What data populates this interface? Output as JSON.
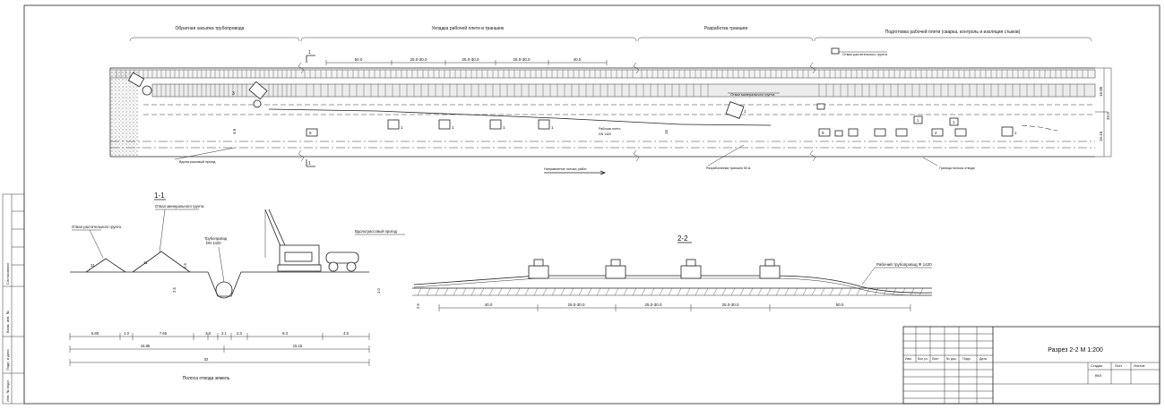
{
  "plan": {
    "zones": [
      {
        "label": "Обратная засыпка трубопровода"
      },
      {
        "label": "Укладка рабочей плети в траншею"
      },
      {
        "label": "Разработка траншеи"
      },
      {
        "label": "Подготовка рабочей плети (сварка, контроль и изоляция стыков)"
      }
    ],
    "section_mark_top": "1",
    "section_mark_bottom": "1",
    "dims_top": [
      "50.0",
      "25.0-30.0",
      "25.0-30.0",
      "25.0-30.0",
      "40.0"
    ],
    "callouts": {
      "mineral_soil": "Отвал минерального грунта",
      "topsoil": "Отвал растительного грунта",
      "work_pipeline": "Рабочая плеть",
      "pipe_dn": "DN 1420",
      "roadway": "Вдольтрассовый проезд",
      "ditch_cut": "Разработанная траншея 50 м",
      "boundary": "Граница полосы отвода",
      "direction": "Направление потока работ"
    },
    "right_dims": [
      "16.85",
      "15.15",
      "32.0"
    ],
    "numbers": {
      "n1": "1",
      "n2": "2",
      "n3": "3",
      "n9": "9",
      "n15": "15",
      "n45": "4.5"
    }
  },
  "section11": {
    "title": "1-1",
    "labels": {
      "topsoil": "Отвал растительного грунта",
      "mineral": "Отвал минерального грунта",
      "pipeline": "Трубопровод",
      "pipe_dn": "DN 1420",
      "roadway": "Вдольтрассовый проезд"
    },
    "heap_numbers": [
      "11",
      "11"
    ],
    "dims_row1": [
      "5.85",
      "1.0",
      "7.65",
      "2.3",
      "2.1",
      "2.3",
      "8.3",
      "4.5"
    ],
    "dims_row2": [
      "16.85",
      "15.15"
    ],
    "dims_row3": "32",
    "vertical_dims": [
      "2.5",
      "2.5",
      "1.0"
    ],
    "caption": "Полоса отвода земель"
  },
  "section22": {
    "title": "2-2",
    "pipeline_label": "Рабочий трубопровод Ф 1420",
    "dims": [
      "40.0",
      "25.0-30.0",
      "25.0-30.0",
      "25.0-30.0",
      "50.0"
    ],
    "left_dim": "2.6"
  },
  "stamp": {
    "title": "Разрез 2-2 М 1:200",
    "headers": [
      "Изм.",
      "Кол.уч.",
      "Лист",
      "№ док.",
      "Подп.",
      "Дата"
    ],
    "stage_headers": [
      "Стадия",
      "Лист",
      "Листов"
    ],
    "stage_value": "ВКЛ"
  },
  "side_margin": {
    "labels": [
      "Согласовано",
      "Взам. инв. №",
      "Подп. и дата",
      "Инв. № подл."
    ]
  }
}
